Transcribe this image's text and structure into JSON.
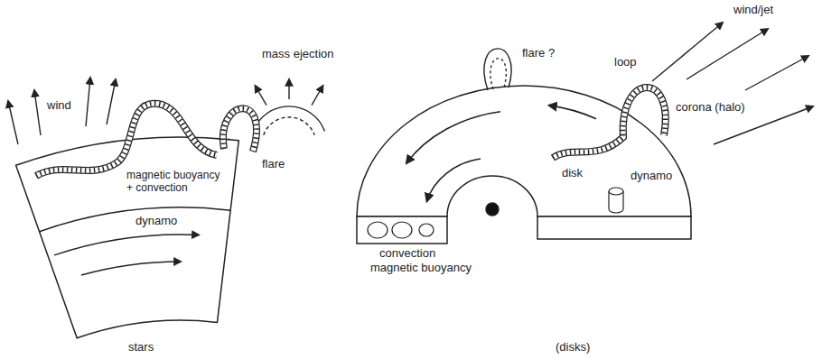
{
  "diagram": {
    "labels": [
      "wind",
      "mass ejection",
      "flare",
      "magnetic buoyancy + convection",
      "dynamo",
      "stars",
      "wind/jet",
      "flare ?",
      "loop",
      "corona (halo)",
      "disk",
      "dynamo",
      "convection",
      "magnetic buoyancy",
      "(disks)"
    ]
  }
}
